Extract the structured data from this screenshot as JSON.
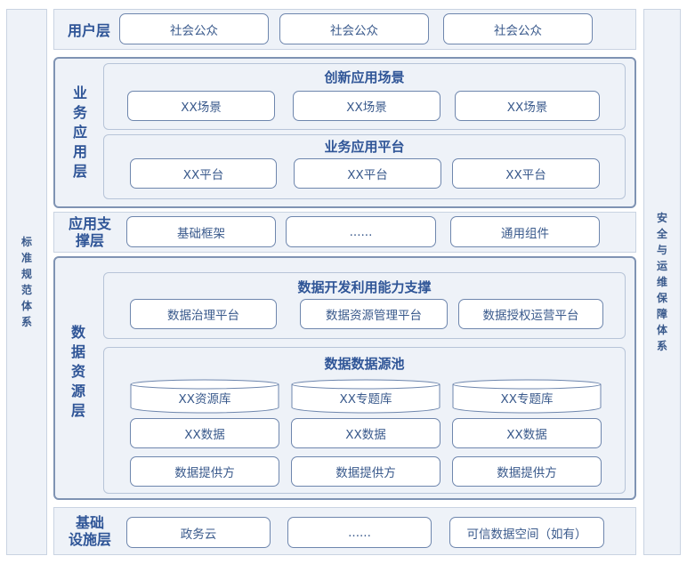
{
  "left_sidebar": {
    "chars": [
      "标",
      "准",
      "规",
      "范",
      "体",
      "系"
    ]
  },
  "right_sidebar": {
    "chars": [
      "安",
      "全",
      "与",
      "运",
      "维",
      "保",
      "障",
      "体",
      "系"
    ]
  },
  "user_layer": {
    "title": "用户层",
    "items": [
      "社会公众",
      "社会公众",
      "社会公众"
    ]
  },
  "business_layer": {
    "title_chars": [
      "业",
      "务",
      "应",
      "用",
      "层"
    ],
    "scenes": {
      "title": "创新应用场景",
      "items": [
        "XX场景",
        "XX场景",
        "XX场景"
      ]
    },
    "platforms": {
      "title": "业务应用平台",
      "items": [
        "XX平台",
        "XX平台",
        "XX平台"
      ]
    }
  },
  "support_layer": {
    "title_lines": [
      "应用支",
      "撑层"
    ],
    "items": [
      "基础框架",
      "......",
      "通用组件"
    ]
  },
  "data_layer": {
    "title_chars": [
      "数",
      "据",
      "资",
      "源",
      "层"
    ],
    "capability": {
      "title": "数据开发利用能力支撑",
      "items": [
        "数据治理平台",
        "数据资源管理平台",
        "数据授权运营平台"
      ]
    },
    "pool": {
      "title": "数据数据源池",
      "databases": [
        "XX资源库",
        "XX专题库",
        "XX专题库"
      ],
      "data_items": [
        "XX数据",
        "XX数据",
        "XX数据"
      ],
      "providers": [
        "数据提供方",
        "数据提供方",
        "数据提供方"
      ]
    }
  },
  "infra_layer": {
    "title_lines": [
      "基础",
      "设施层"
    ],
    "items": [
      "政务云",
      "......",
      "可信数据空间（如有）"
    ]
  }
}
